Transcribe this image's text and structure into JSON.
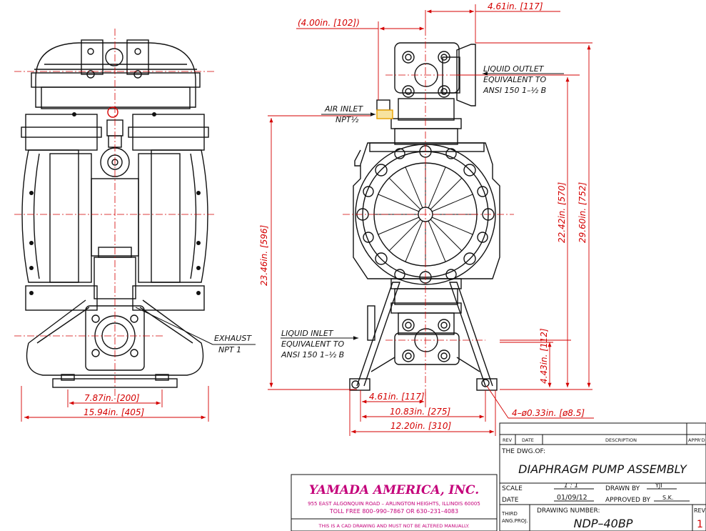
{
  "dimensions": {
    "top_overall": "4.61in. [117]",
    "top_offset": "(4.00in. [102])",
    "height_overall": "23.46in. [596]",
    "height_outlet": "22.42in. [570]",
    "height_total": "29.60in. [752]",
    "height_inlet": "4.43in. [112]",
    "front_foot_span": "7.87in. [200]",
    "front_width": "15.94in. [405]",
    "side_inlet_offset": "4.61in. [117]",
    "side_foot_span": "10.83in. [275]",
    "side_width": "12.20in. [310]",
    "mount_holes": "4–ø0.33in. [ø8.5]"
  },
  "callouts": {
    "exhaust": [
      "EXHAUST",
      "NPT 1"
    ],
    "air_inlet": [
      "AIR INLET",
      "NPT½"
    ],
    "liquid_outlet": [
      "LIQUID OUTLET",
      "EQUIVALENT TO",
      "ANSI 150 1–½ B"
    ],
    "liquid_inlet": [
      "LIQUID INLET",
      "EQUIVALENT TO",
      "ANSI 150 1–½ B"
    ]
  },
  "company_block": {
    "name": "YAMADA AMERICA, INC.",
    "address": "955 EAST ALGONQUIN ROAD – ARLINGTON HEIGHTS, ILLINOIS 60005",
    "phone": "TOLL FREE 800–990–7867 OR 630–231–4083",
    "notice": "THIS IS A CAD DRAWING AND MUST NOT BE ALTERED MANUALLY."
  },
  "title_block": {
    "rev_header": "REV",
    "date_header": "DATE",
    "description_header": "DESCRIPTION",
    "apprd_header": "APPR'D",
    "dwg_of_label": "THE DWG.OF:",
    "title": "DIAPHRAGM PUMP ASSEMBLY",
    "scale_label": "SCALE",
    "scale_value": "1 : 1",
    "date_label": "DATE",
    "date_value": "01/09/12",
    "drawn_by_label": "DRAWN BY",
    "drawn_by_value": "YJI",
    "approved_by_label": "APPROVED BY",
    "approved_by_value": "S.K.",
    "projection_line1": "THIRD",
    "projection_line2": "ANG.PROJ.",
    "drawing_number_label": "DRAWING NUMBER:",
    "drawing_number": "NDP–40BP",
    "rev_label": "REV",
    "rev_value": "1"
  },
  "colors": {
    "dimension": "#d40000",
    "company": "#c4007a",
    "outline": "#111111",
    "accent": "#e8a000"
  }
}
